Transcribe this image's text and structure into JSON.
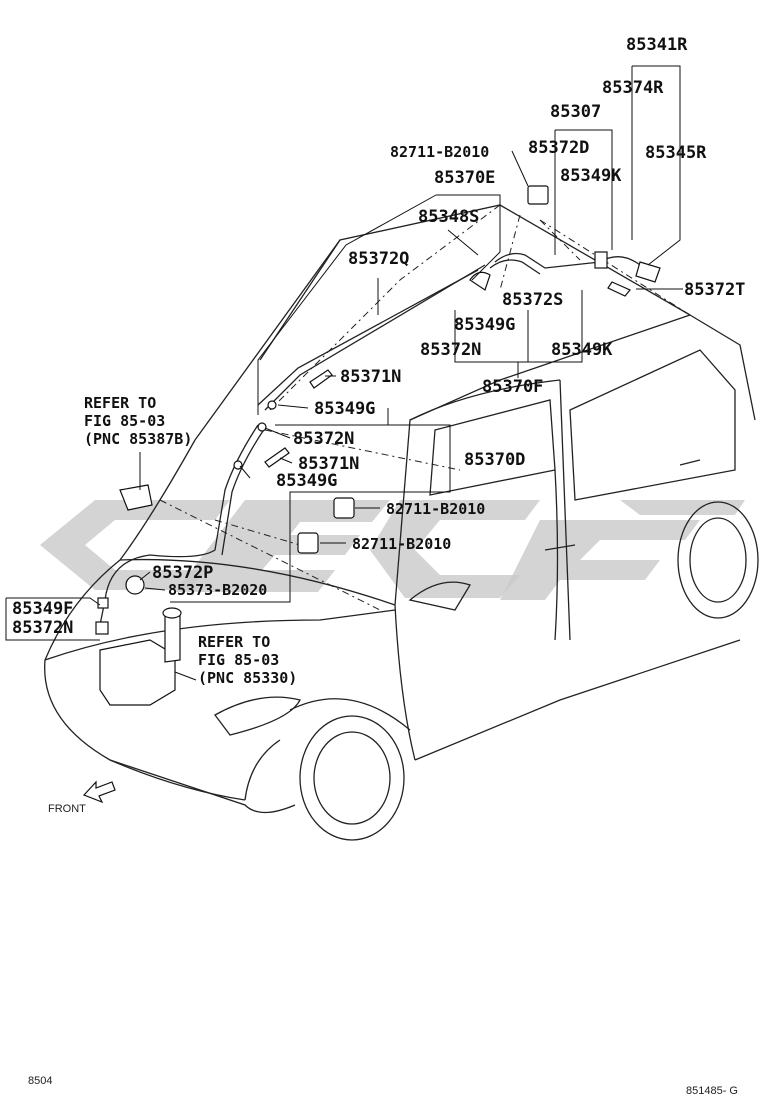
{
  "diagram": {
    "labels": {
      "l85341R": "85341R",
      "l85374R": "85374R",
      "l85307": "85307",
      "l85372D": "85372D",
      "l85345R": "85345R",
      "l82711_top": "82711-B2010",
      "l85349K_a": "85349K",
      "l85370E": "85370E",
      "l85348S": "85348S",
      "l85372Q": "85372Q",
      "l85372S": "85372S",
      "l85372T": "85372T",
      "l85349G_a": "85349G",
      "l85372N_a": "85372N",
      "l85349K_b": "85349K",
      "l85370F": "85370F",
      "l85371N_a": "85371N",
      "l85349G_b": "85349G",
      "l85372N_b": "85372N",
      "l85370D": "85370D",
      "l85371N_b": "85371N",
      "l85349G_c": "85349G",
      "l82711_mid1": "82711-B2010",
      "l82711_mid2": "82711-B2010",
      "l85372P": "85372P",
      "l85373": "85373-B2020",
      "l85349F": "85349F",
      "l85372N_c": "85372N"
    },
    "refer1": {
      "line1": "REFER TO",
      "line2": "FIG 85-03",
      "line3": "(PNC 85387B)"
    },
    "refer2": {
      "line1": "REFER TO",
      "line2": "FIG 85-03",
      "line3": "(PNC 85330)"
    },
    "front_label": "FRONT",
    "page_code": "8504",
    "figure_code": "851485- G"
  }
}
